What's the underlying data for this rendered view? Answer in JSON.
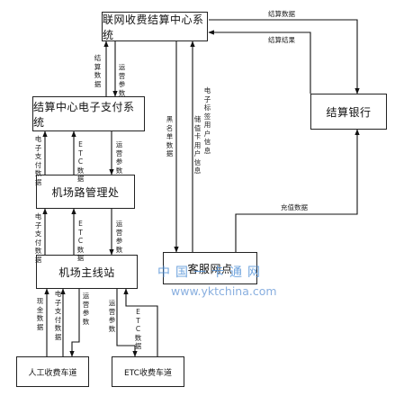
{
  "nodes": {
    "center": "联网收费结算中心系统",
    "pay": "结算中心电子支付系统",
    "mgmt": "机场路管理处",
    "station": "机场主线站",
    "bank": "结算银行",
    "outlet": "客服网点",
    "manual": "人工收费车道",
    "etc": "ETC收费车道"
  },
  "labels": {
    "settle_data": "结算数据",
    "settle_result": "结算结果",
    "ops_param": "运营参数",
    "epay_data": "电子支付数据",
    "etc_data": "ETC数据",
    "blacklist": "黑名单数据",
    "tag_user": "电子标签用户信息",
    "card_user": "储值卡用户信息",
    "recharge": "充值数据",
    "cash": "现金数据"
  },
  "watermark": {
    "line1": "中国一卡通网",
    "line2": "www.yktchina.com"
  }
}
